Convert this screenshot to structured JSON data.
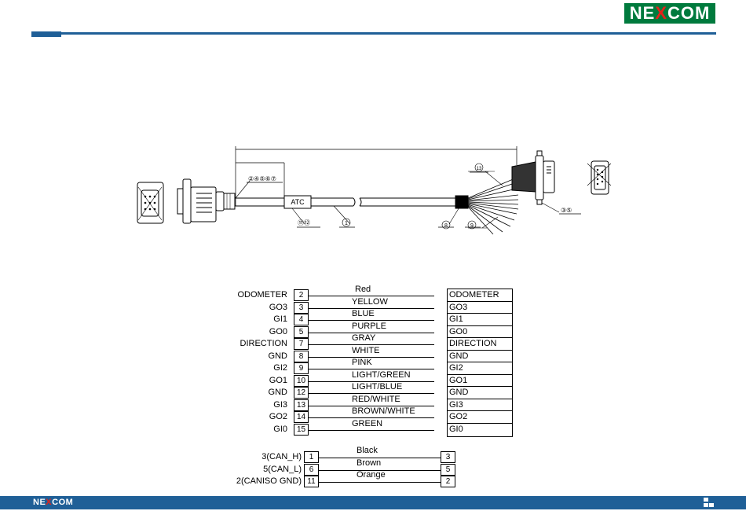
{
  "brand": {
    "logo_pre": "NE",
    "logo_x": "X",
    "logo_post": "COM"
  },
  "cable": {
    "callouts": {
      "c1": "1",
      "c2_7": "②④⑤⑥⑦",
      "c11_12": "⑪⑫",
      "c8": "8",
      "c9": "9",
      "c13": "13",
      "c3_5": "③⑤"
    },
    "label_tag": "ATC"
  },
  "wiring": {
    "rows": [
      {
        "left": "ODOMETER",
        "pin": "2",
        "wire": "Red",
        "right": "ODOMETER"
      },
      {
        "left": "GO3",
        "pin": "3",
        "wire": "YELLOW",
        "right": "GO3"
      },
      {
        "left": "GI1",
        "pin": "4",
        "wire": "BLUE",
        "right": "GI1"
      },
      {
        "left": "GO0",
        "pin": "5",
        "wire": "PURPLE",
        "right": "GO0"
      },
      {
        "left": "DIRECTION",
        "pin": "7",
        "wire": "GRAY",
        "right": "DIRECTION"
      },
      {
        "left": "GND",
        "pin": "8",
        "wire": "WHITE",
        "right": "GND"
      },
      {
        "left": "GI2",
        "pin": "9",
        "wire": "PINK",
        "right": "GI2"
      },
      {
        "left": "GO1",
        "pin": "10",
        "wire": "LIGHT/GREEN",
        "right": "GO1"
      },
      {
        "left": "GND",
        "pin": "12",
        "wire": "LIGHT/BLUE",
        "right": "GND"
      },
      {
        "left": "GI3",
        "pin": "13",
        "wire": "RED/WHITE",
        "right": "GI3"
      },
      {
        "left": "GO2",
        "pin": "14",
        "wire": "BROWN/WHITE",
        "right": "GO2"
      },
      {
        "left": "GI0",
        "pin": "15",
        "wire": "GREEN",
        "right": "GI0"
      }
    ]
  },
  "can": {
    "rows": [
      {
        "left": "3(CAN_H)",
        "pin": "1",
        "wire": "Black",
        "right_pin": "3"
      },
      {
        "left": "5(CAN_L)",
        "pin": "6",
        "wire": "Brown",
        "right_pin": "5"
      },
      {
        "left": "2(CANISO GND)",
        "pin": "11",
        "wire": "Orange",
        "right_pin": "2"
      }
    ]
  }
}
